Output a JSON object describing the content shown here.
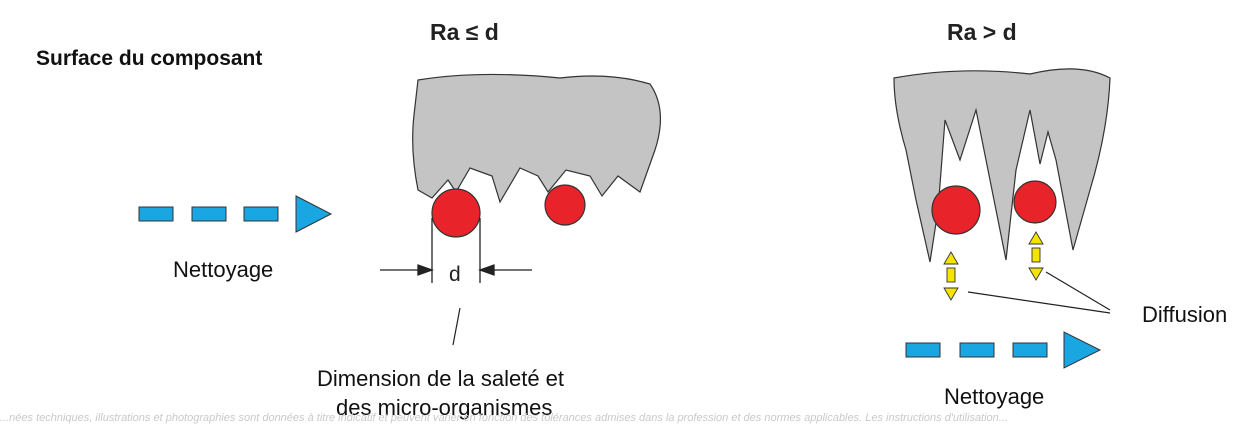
{
  "section_title": "Surface du composant",
  "panel_left": {
    "heading": "Ra ≤ d",
    "flow_label": "Nettoyage",
    "dimension_symbol": "d",
    "callout_line1": "Dimension de la saleté et",
    "callout_line2": "des micro-organismes"
  },
  "panel_right": {
    "heading": "Ra > d",
    "diffusion_label": "Diffusion",
    "flow_label": "Nettoyage"
  },
  "footer_text": "...nées techniques, illustrations et photographies sont données à titre indicatif et peuvent varier en fonction des tolérances admises dans la profession et des normes applicables. Les instructions d'utilisation...",
  "colors": {
    "surface_gray": "#c4c4c4",
    "particle_red": "#e8242a",
    "flow_blue": "#1aa6e0",
    "diffusion_yellow": "#f5e400",
    "outline": "#333333"
  }
}
